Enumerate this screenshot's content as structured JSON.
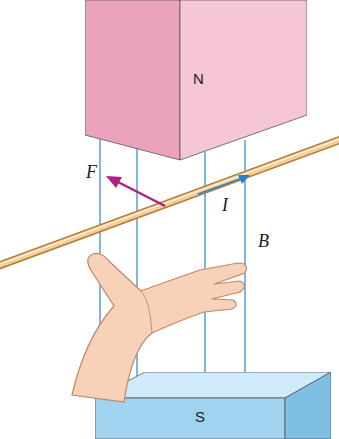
{
  "diagram": {
    "nodes": [
      {
        "text": [
          "N"
        ]
      },
      {
        "text": [
          "S"
        ]
      }
    ],
    "labels": [
      "F",
      "I",
      "B"
    ]
  }
}
